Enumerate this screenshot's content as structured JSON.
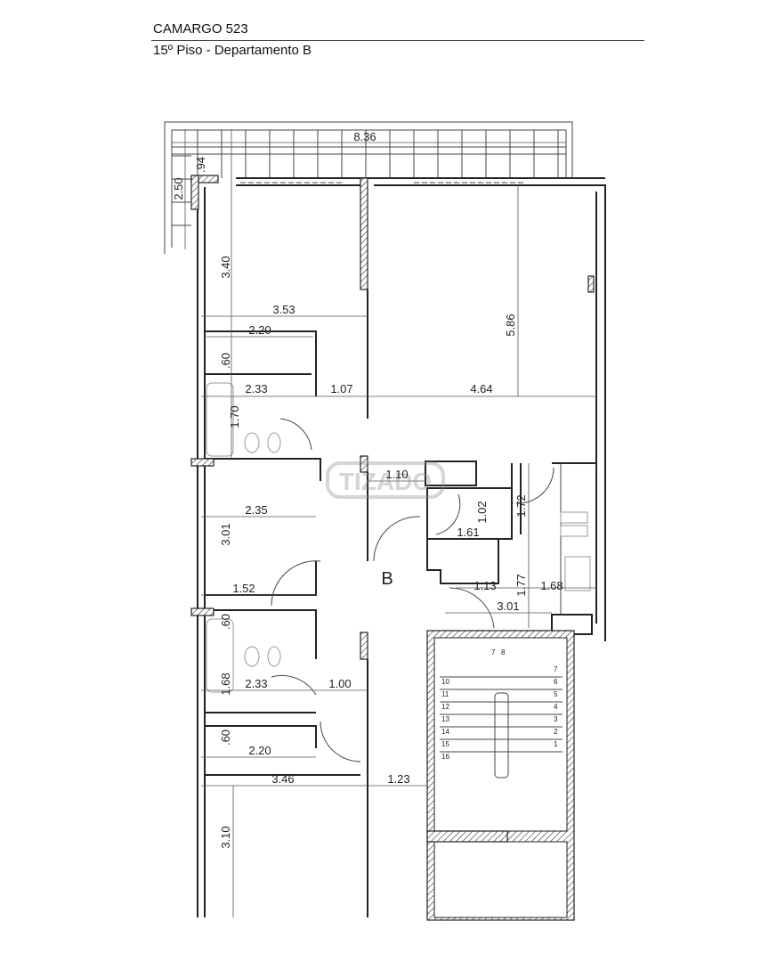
{
  "header": {
    "title": "CAMARGO  523",
    "subtitle": "15º Piso - Departamento B"
  },
  "unit_label": "B",
  "watermark": "TIZADO",
  "dimensions": {
    "balcony_width": "8.36",
    "balcony_depth": ".94",
    "balcony_side": "2.50",
    "bed1_depth": "3.40",
    "bed1_width": "3.53",
    "closet1_width": "2.20",
    "closet1_depth": ".60",
    "bath1_width": "2.33",
    "bath1_depth": "1.70",
    "hall1": "1.07",
    "living_width": "4.64",
    "living_depth": "5.86",
    "hall2": "1.10",
    "wc_depth": "1.02",
    "wc_width": "1.61",
    "kitchen_a": "1.72",
    "bed2_width": "2.35",
    "bed2_depth": "3.01",
    "closet2_width": "1.52",
    "closet2_depth": ".60",
    "laundry": "1.13",
    "kitchen_depth": "1.77",
    "kitchen_width": "1.68",
    "kitchen_total": "3.01",
    "bath2_depth": "1.68",
    "bath2_width": "2.33",
    "hall3": "1.00",
    "closet3_depth": ".60",
    "closet3_width": "2.20",
    "bed3_width": "3.46",
    "bed3_depth": "3.10",
    "hall4": "1.23"
  },
  "stairs": {
    "top": [
      "7",
      "8"
    ],
    "left": [
      "10",
      "11",
      "12",
      "13",
      "14",
      "15",
      "16"
    ],
    "right": [
      "7",
      "6",
      "5",
      "4",
      "3",
      "2",
      "1"
    ]
  }
}
